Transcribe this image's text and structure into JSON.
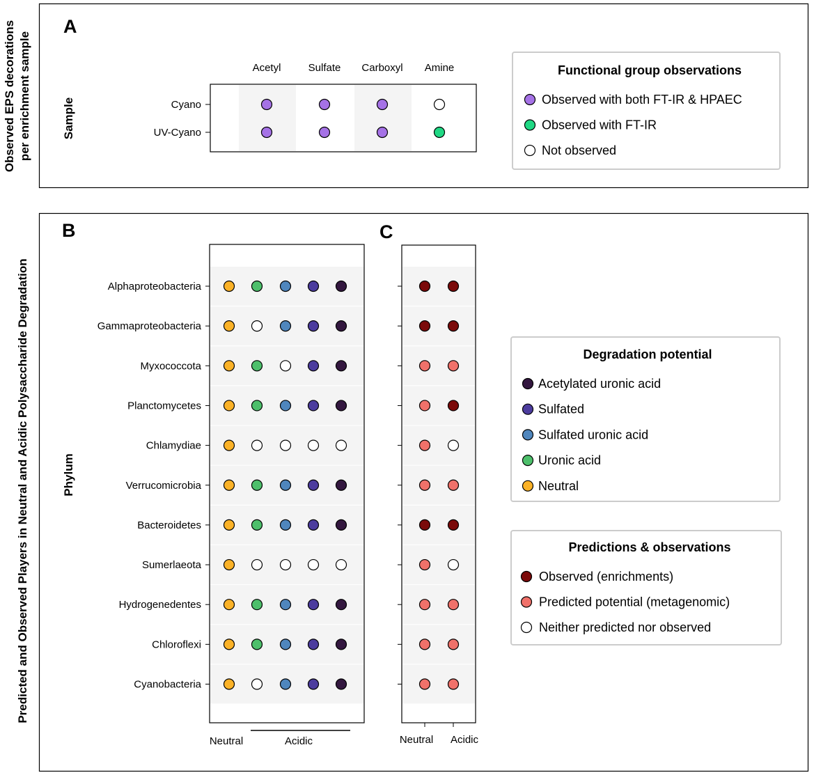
{
  "colors": {
    "acetylated_uronic": "#33173f",
    "sulfated": "#4c3c9e",
    "sulfated_uronic": "#4f86bd",
    "uronic": "#4dbf6b",
    "neutral": "#fbb227",
    "not_observed": "#ffffff",
    "both_ftir_hpaec": "#a572e6",
    "ftir": "#20d884",
    "observed_enrich": "#7b0a0a",
    "predicted_meta": "#f0716a",
    "row_band": "#f4f4f4"
  },
  "titles": {
    "top_side_1": "Observed EPS decorations",
    "top_side_2": "per enrichment sample",
    "bottom_side": "Predicted and Observed Players in Neutral and Acidic Polysaccharide Degradation"
  },
  "chart_data": [
    {
      "panel": "A",
      "type": "dot-matrix",
      "ylabel": "Sample",
      "categories": [
        "Acetyl",
        "Sulfate",
        "Carboxyl",
        "Amine"
      ],
      "rows": [
        "Cyano",
        "UV-Cyano"
      ],
      "values": [
        [
          "both",
          "both",
          "both",
          "none"
        ],
        [
          "both",
          "both",
          "both",
          "ftir"
        ]
      ],
      "legend": {
        "title": "Functional group observations",
        "items": [
          {
            "key": "both",
            "label": "Observed with both FT-IR & HPAEC",
            "color_key": "both_ftir_hpaec"
          },
          {
            "key": "ftir",
            "label": "Observed with FT-IR",
            "color_key": "ftir"
          },
          {
            "key": "none",
            "label": "Not observed",
            "color_key": "not_observed"
          }
        ]
      }
    },
    {
      "panel": "B",
      "type": "dot-matrix",
      "ylabel": "Phylum",
      "x_labels": {
        "neutral": "Neutral",
        "acidic": "Acidic"
      },
      "columns": [
        "neutral",
        "uronic",
        "sulfated_uronic",
        "sulfated",
        "acetylated_uronic"
      ],
      "rows": [
        "Alphaproteobacteria",
        "Gammaproteobacteria",
        "Myxococcota",
        "Planctomycetes",
        "Chlamydiae",
        "Verrucomicrobia",
        "Bacteroidetes",
        "Sumerlaeota",
        "Hydrogenedentes",
        "Chloroflexi",
        "Cyanobacteria"
      ],
      "values": [
        [
          1,
          1,
          1,
          1,
          1
        ],
        [
          1,
          0,
          1,
          1,
          1
        ],
        [
          1,
          1,
          0,
          1,
          1
        ],
        [
          1,
          1,
          1,
          1,
          1
        ],
        [
          1,
          0,
          0,
          0,
          0
        ],
        [
          1,
          1,
          1,
          1,
          1
        ],
        [
          1,
          1,
          1,
          1,
          1
        ],
        [
          1,
          0,
          0,
          0,
          0
        ],
        [
          1,
          1,
          1,
          1,
          1
        ],
        [
          1,
          1,
          1,
          1,
          1
        ],
        [
          1,
          0,
          1,
          1,
          1
        ]
      ],
      "legend": {
        "title": "Degradation potential",
        "items": [
          {
            "label": "Acetylated uronic acid",
            "color_key": "acetylated_uronic"
          },
          {
            "label": "Sulfated",
            "color_key": "sulfated"
          },
          {
            "label": "Sulfated uronic acid",
            "color_key": "sulfated_uronic"
          },
          {
            "label": "Uronic acid",
            "color_key": "uronic"
          },
          {
            "label": "Neutral",
            "color_key": "neutral"
          }
        ]
      }
    },
    {
      "panel": "C",
      "type": "dot-matrix",
      "x_labels": [
        "Neutral",
        "Acidic"
      ],
      "rows": [
        "Alphaproteobacteria",
        "Gammaproteobacteria",
        "Myxococcota",
        "Planctomycetes",
        "Chlamydiae",
        "Verrucomicrobia",
        "Bacteroidetes",
        "Sumerlaeota",
        "Hydrogenedentes",
        "Chloroflexi",
        "Cyanobacteria"
      ],
      "values": [
        [
          "obs",
          "obs"
        ],
        [
          "obs",
          "obs"
        ],
        [
          "pred",
          "pred"
        ],
        [
          "pred",
          "obs"
        ],
        [
          "pred",
          "none"
        ],
        [
          "pred",
          "pred"
        ],
        [
          "obs",
          "obs"
        ],
        [
          "pred",
          "none"
        ],
        [
          "pred",
          "pred"
        ],
        [
          "pred",
          "pred"
        ],
        [
          "pred",
          "pred"
        ]
      ],
      "legend": {
        "title": "Predictions & observations",
        "items": [
          {
            "key": "obs",
            "label": "Observed (enrichments)",
            "color_key": "observed_enrich"
          },
          {
            "key": "pred",
            "label": "Predicted potential (metagenomic)",
            "color_key": "predicted_meta"
          },
          {
            "key": "none",
            "label": "Neither predicted nor observed",
            "color_key": "not_observed"
          }
        ]
      }
    }
  ]
}
